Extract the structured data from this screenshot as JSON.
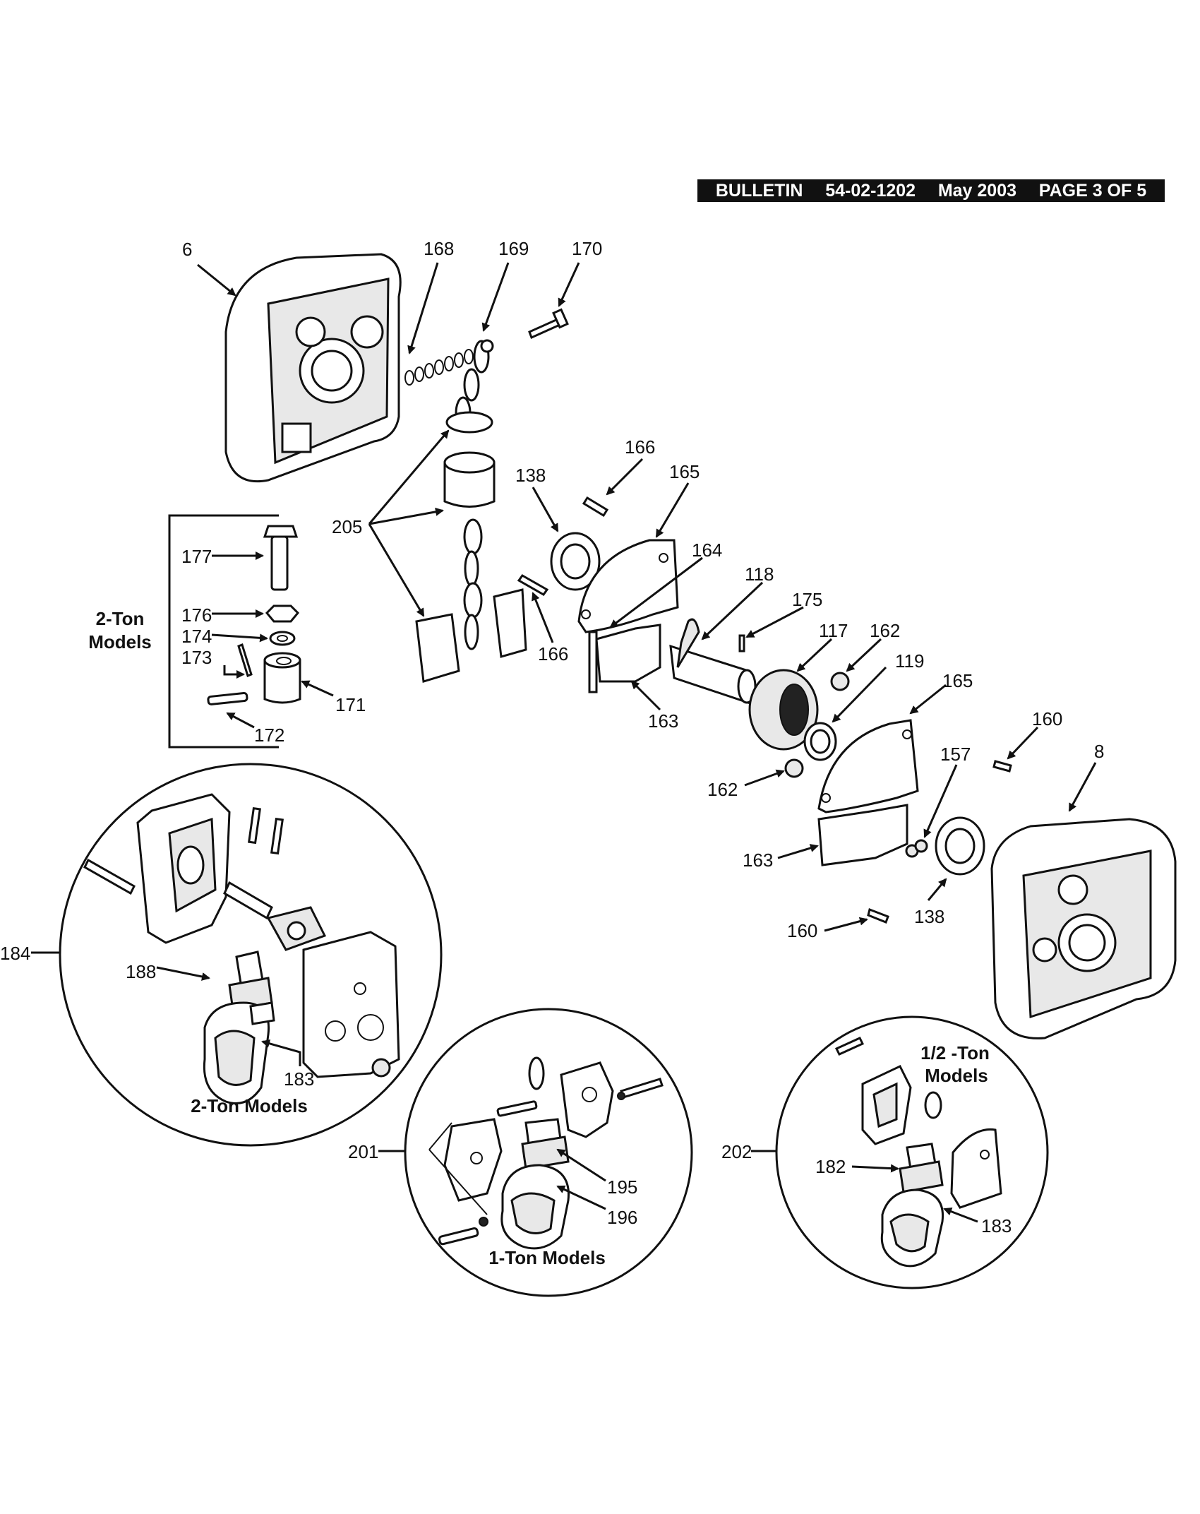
{
  "header": {
    "bulletin": "BULLETIN",
    "number": "54-02-1202",
    "date": "May 2003",
    "page": "PAGE 3 OF 5"
  },
  "callouts": {
    "c6": "6",
    "c168": "168",
    "c169": "169",
    "c170": "170",
    "c166a": "166",
    "c165a": "165",
    "c138a": "138",
    "c205": "205",
    "c164": "164",
    "c118": "118",
    "c175": "175",
    "c166b": "166",
    "c117": "117",
    "c162a": "162",
    "c119": "119",
    "c165b": "165",
    "c163a": "163",
    "c160a": "160",
    "c8": "8",
    "c157": "157",
    "c162b": "162",
    "c163b": "163",
    "c138b": "138",
    "c160b": "160",
    "c177": "177",
    "c176": "176",
    "c174": "174",
    "c173": "173",
    "c171": "171",
    "c172": "172",
    "c184": "184",
    "c188": "188",
    "c183a": "183",
    "c201": "201",
    "c195": "195",
    "c196": "196",
    "c202": "202",
    "c182": "182",
    "c183b": "183"
  },
  "groups": {
    "two_ton_bracket": "2-Ton Models",
    "two_ton_line1": "2-Ton",
    "two_ton_line2": "Models",
    "circle_2ton": "2-Ton Models",
    "circle_1ton": "1-Ton Models",
    "half_ton_line1": "1/2 -Ton",
    "half_ton_line2": "Models"
  }
}
